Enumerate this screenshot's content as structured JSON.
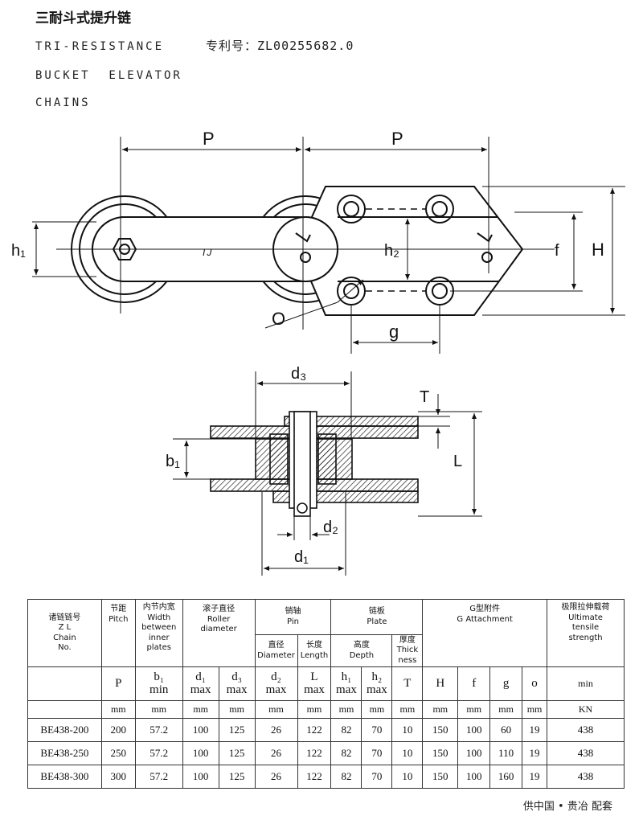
{
  "header": {
    "title_cn": "三耐斗式提升链",
    "title_en_line1": "TRI-RESISTANCE",
    "title_en_line2": "BUCKET  ELEVATOR",
    "title_en_line3": "CHAINS",
    "patent": "专利号：ZL00255682.0"
  },
  "drawing_top": {
    "pitch_label_left": "P",
    "pitch_label_right": "P",
    "h1_label": "h₁",
    "h2_label": "h₂",
    "f_label": "f",
    "H_label": "H",
    "O_label": "O",
    "g_label": "g",
    "plate_mark": "TJ"
  },
  "drawing_section": {
    "d3_label": "d₃",
    "T_label": "T",
    "b1_label": "b₁",
    "L_label": "L",
    "d2_label": "d₂",
    "d1_label": "d₁"
  },
  "table": {
    "col_chain_cn": "诸链链号",
    "col_chain_zl": "Z L",
    "col_chain_en1": "Chain",
    "col_chain_en2": "No.",
    "col_pitch_cn": "节距",
    "col_pitch_en": "Pitch",
    "col_width_cn": "内节内宽",
    "col_width_en1": "Width",
    "col_width_en2": "between",
    "col_width_en3": "inner",
    "col_width_en4": "plates",
    "col_roller_cn": "滚子直径",
    "col_roller_en1": "Roller",
    "col_roller_en2": "diameter",
    "col_pin_cn": "销轴",
    "col_pin_en": "Pin",
    "col_pin_dia_cn": "直径",
    "col_pin_dia_en": "Diameter",
    "col_pin_len_cn": "长度",
    "col_pin_len_en": "Length",
    "col_plate_cn": "链板",
    "col_plate_en": "Plate",
    "col_depth_cn": "高度",
    "col_depth_en": "Depth",
    "col_thick_cn": "厚度",
    "col_thick_en1": "Thick",
    "col_thick_en2": "ness",
    "col_attach_cn": "G型附件",
    "col_attach_en": "G Attachment",
    "col_strength_cn": "极限拉伸载荷",
    "col_strength_en1": "Ultimate",
    "col_strength_en2": "tensile",
    "col_strength_en3": "strength",
    "symbols": {
      "P": "P",
      "b1": "b₁",
      "b1_sub": "min",
      "d1": "d₁",
      "d1_sub": "max",
      "d3": "d₃",
      "d3_sub": "max",
      "d2": "d₂",
      "d2_sub": "max",
      "L": "L",
      "L_sub": "max",
      "h1": "h₁",
      "h1_sub": "max",
      "h2": "h₂",
      "h2_sub": "max",
      "T": "T",
      "H": "H",
      "f": "f",
      "g": "g",
      "o": "o",
      "strength": "min"
    },
    "units": [
      "mm",
      "mm",
      "mm",
      "mm",
      "mm",
      "mm",
      "mm",
      "mm",
      "mm",
      "mm",
      "mm",
      "mm",
      "mm",
      "KN"
    ],
    "rows": [
      [
        "BE438-200",
        "200",
        "57.2",
        "100",
        "125",
        "26",
        "122",
        "82",
        "70",
        "10",
        "150",
        "100",
        "60",
        "19",
        "438"
      ],
      [
        "BE438-250",
        "250",
        "57.2",
        "100",
        "125",
        "26",
        "122",
        "82",
        "70",
        "10",
        "150",
        "100",
        "110",
        "19",
        "438"
      ],
      [
        "BE438-300",
        "300",
        "57.2",
        "100",
        "125",
        "26",
        "122",
        "82",
        "70",
        "10",
        "150",
        "100",
        "160",
        "19",
        "438"
      ]
    ]
  },
  "footer": {
    "supplier": "供中国 • 贵冶  配套"
  }
}
